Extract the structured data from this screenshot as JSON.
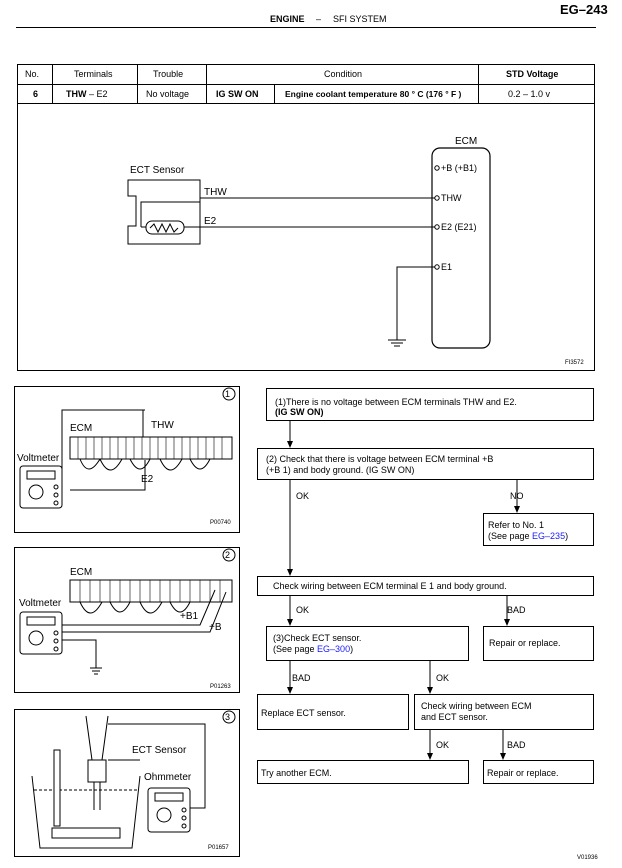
{
  "header": {
    "section": "ENGINE",
    "dash": "–",
    "subsection": "SFI SYSTEM",
    "page_number": "EG–243"
  },
  "table": {
    "headers": [
      "No.",
      "Terminals",
      "Trouble",
      "Condition",
      "STD Voltage"
    ],
    "row": {
      "no": "6",
      "terminals_bold": "THW",
      "terminals_rest": " – E2",
      "trouble": "No voltage",
      "condition_switch": "IG SW ON",
      "condition_text": "Engine coolant temperature 80 ° C (176 ° F )",
      "std_voltage": "0.2 – 1.0 v"
    }
  },
  "circuit": {
    "sensor_label": "ECT Sensor",
    "wire_thw": "THW",
    "wire_e2": "E2",
    "ecm_label": "ECM",
    "pin_b": "+B (+B1)",
    "pin_thw": "THW",
    "pin_e2": "E2 (E21)",
    "pin_e1": "E1",
    "figure_code": "FI3572"
  },
  "figures": [
    {
      "number": "1",
      "labels": {
        "ecm": "ECM",
        "thw": "THW",
        "voltmeter": "Voltmeter",
        "e2": "E2"
      },
      "code": "P00740"
    },
    {
      "number": "2",
      "labels": {
        "ecm": "ECM",
        "voltmeter": "Voltmeter",
        "b1": "+B1",
        "b": "+B"
      },
      "code": "P01263"
    },
    {
      "number": "3",
      "labels": {
        "sensor": "ECT Sensor",
        "ohmmeter": "Ohmmeter"
      },
      "code": "P01657"
    }
  ],
  "flow": {
    "step1_line1": "(1)There is no voltage between ECM terminals THW and E2.",
    "step1_line2": "(IG SW ON)",
    "step2_line1": "(2) Check that there is voltage between ECM terminal +B",
    "step2_line2": "(+B 1) and body ground. (IG SW ON)",
    "ok": "OK",
    "no": "NO",
    "refer_line1": "Refer to No. 1",
    "refer_prefix": "(See page ",
    "refer_link": "EG–235",
    "refer_suffix": ")",
    "wiring_e1": "Check wiring between ECM terminal E 1 and body ground.",
    "bad": "BAD",
    "step3_line1": "(3)Check ECT sensor.",
    "step3_prefix": "(See page ",
    "step3_link": "EG–300",
    "step3_suffix": ")",
    "repair": "Repair or replace.",
    "replace_sensor": "Replace ECT sensor.",
    "wiring_ect_line1": "Check wiring between ECM",
    "wiring_ect_line2": "and ECT sensor.",
    "try_ecm": "Try another ECM.",
    "repair2": "Repair or replace."
  },
  "footer_code": "V01936"
}
